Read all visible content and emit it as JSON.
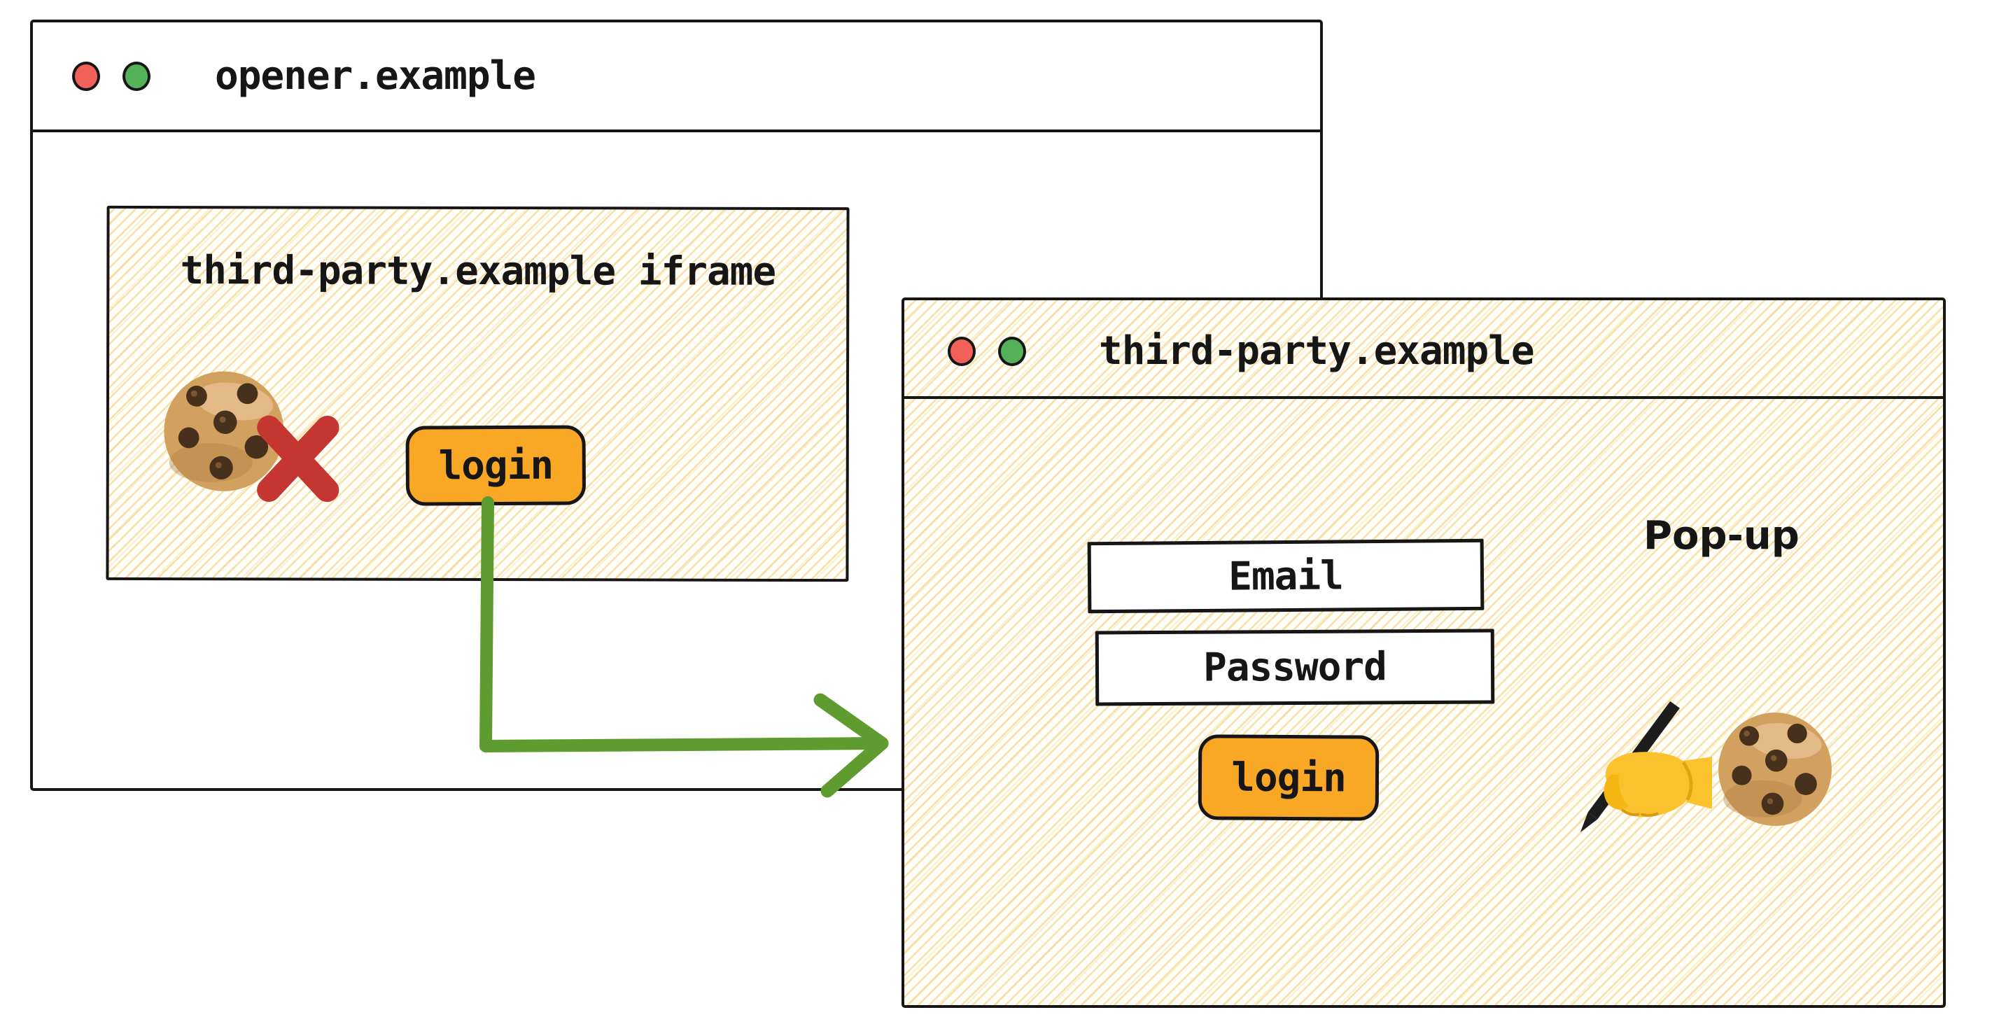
{
  "colors": {
    "button_orange": "#F9A826",
    "arrow_green": "#5F9C2F",
    "cross_red": "#C63631",
    "control_red": "#F2605A",
    "control_green": "#53B158",
    "hatch_stroke": "#F2C76B",
    "ink": "#161616"
  },
  "opener_window": {
    "title": "opener.example",
    "controls": [
      {
        "icon": "red-circle"
      },
      {
        "icon": "green-circle"
      }
    ],
    "iframe": {
      "label": "third-party.example iframe",
      "blocked_cookie_icon": "cookie-crossed-out",
      "login_button": "login"
    }
  },
  "arrow": {
    "icon": "green-elbow-arrow",
    "from": "iframe-login-button",
    "to": "popup-window"
  },
  "popup_window": {
    "title": "third-party.example",
    "controls": [
      {
        "icon": "red-circle"
      },
      {
        "icon": "green-circle"
      }
    ],
    "window_label": "Pop-up",
    "email_field": "Email",
    "password_field": "Password",
    "login_button": "login",
    "icons": [
      "writing-hand",
      "cookie"
    ]
  }
}
